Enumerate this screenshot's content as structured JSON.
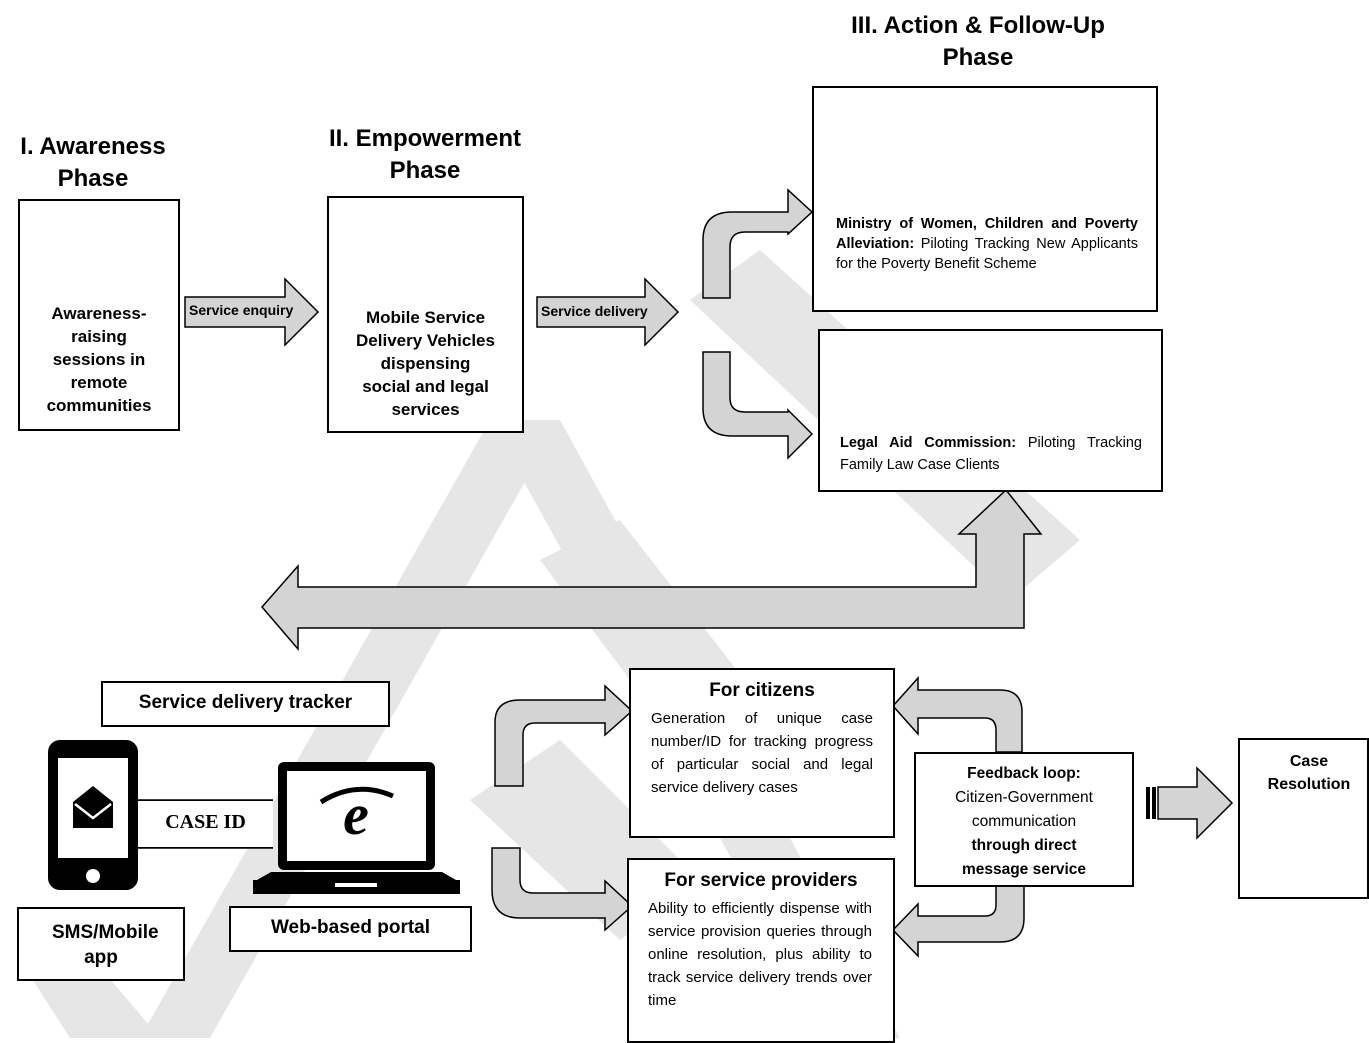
{
  "phases": {
    "awareness": {
      "title_line1": "I. Awareness",
      "title_line2": "Phase",
      "box_text": [
        "Awareness-",
        "raising",
        "sessions in",
        "remote",
        "communities"
      ],
      "icon": "lightbulb-icon"
    },
    "empowerment": {
      "title_line1": "II. Empowerment",
      "title_line2": "Phase",
      "box_text": [
        "Mobile Service",
        "Delivery Vehicles",
        "dispensing",
        "social and legal",
        "services"
      ],
      "icon": "bus-icon"
    },
    "action": {
      "title_line1": "III. Action & Follow-Up",
      "title_line2": "Phase"
    }
  },
  "arrows": {
    "service_enquiry": "Service enquiry",
    "service_delivery": "Service delivery"
  },
  "ministry": {
    "bold": "Ministry of Women, Children and Poverty Alleviation:",
    "text": " Piloting Tracking New Applicants for the Poverty Benefit Scheme",
    "icon": "family-hands-icon"
  },
  "legal_aid": {
    "bold": "Legal Aid Commission:",
    "text": " Piloting Tracking Family Law Case Clients",
    "icon": "gavel-icon"
  },
  "tracker": {
    "title": "Service delivery tracker",
    "case_id": "CASE ID",
    "sms": "SMS/Mobile app",
    "web": "Web-based portal",
    "phone_icon": "phone-envelope-icon",
    "laptop_icon": "laptop-browser-icon"
  },
  "citizens": {
    "title": "For citizens",
    "text": "Generation of unique case number/ID for tracking progress of particular social and legal service delivery cases"
  },
  "providers": {
    "title": "For service providers",
    "text": "Ability to efficiently dispense with service provision queries through online resolution, plus ability to track service delivery trends over time"
  },
  "feedback": {
    "bold1": "Feedback loop:",
    "text": "Citizen-Government communication",
    "bold2": "through direct message service"
  },
  "resolution": {
    "title": "Case Resolution",
    "icon": "clipboard-checklist-icon"
  },
  "colors": {
    "arrow_fill": "#d4d4d4",
    "watermark": "#e3e3e3",
    "stroke": "#000000"
  }
}
